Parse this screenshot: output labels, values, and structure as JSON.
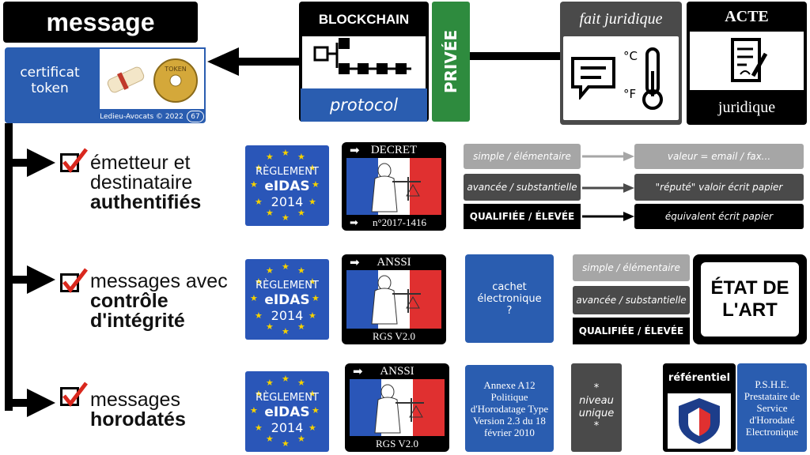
{
  "header": {
    "message": "message",
    "blockchain": "BLOCKCHAIN",
    "privee": "PRIVÉE",
    "protocol": "protocol",
    "fait_juridique": "fait juridique",
    "acte": "ACTE",
    "juridique": "juridique",
    "celsius": "°C",
    "fahrenheit": "°F"
  },
  "certificat": {
    "label_line1": "certificat",
    "label_line2": "token",
    "footer": "Ledieu-Avocats  ©  2022",
    "page": "67",
    "coin_text": "TOKEN"
  },
  "rows": [
    {
      "line1": "émetteur et",
      "line2": "destinataire",
      "line3": "authentifiés",
      "eidas": {
        "l1": "RÈGLEMENT",
        "l2": "eIDAS",
        "l3": "2014"
      },
      "gov": {
        "head": "DECRET",
        "foot": "n°2017-1416"
      },
      "levels": [
        "simple / élémentaire",
        "avancée / substantielle",
        "QUALIFIÉE / ÉLEVÉE"
      ],
      "values": [
        "valeur = email / fax...",
        "\"réputé\" valoir écrit papier",
        "équivalent écrit papier"
      ]
    },
    {
      "line1": "messages avec",
      "line2": "contrôle",
      "line3": "d'intégrité",
      "eidas": {
        "l1": "RÈGLEMENT",
        "l2": "eIDAS",
        "l3": "2014"
      },
      "gov": {
        "head": "ANSSI",
        "foot": "RGS V2.0"
      },
      "cachet": "cachet électronique ?",
      "levels": [
        "simple / élémentaire",
        "avancée / substantielle",
        "QUALIFIÉE / ÉLEVÉE"
      ],
      "etat": "ÉTAT DE L'ART"
    },
    {
      "line1": "messages",
      "line2": "horodatés",
      "eidas": {
        "l1": "RÈGLEMENT",
        "l2": "eIDAS",
        "l3": "2014"
      },
      "gov": {
        "head": "ANSSI",
        "foot": "RGS V2.0"
      },
      "annexe": "Annexe A12 Politique d'Horodatage Type Version 2.3 du 18 février 2010",
      "niveau": "* niveau unique *",
      "referentiel": "référentiel",
      "pshe": "P.S.H.E. Prestataire de Service d'Horodaté Electronique"
    }
  ],
  "colors": {
    "blue": "#2a5db0",
    "green": "#2e8b3e",
    "grey": "#a6a6a6",
    "dark_grey": "#4a4a4a",
    "black": "#000000",
    "star": "#f5d100",
    "check_red": "#d9281e"
  }
}
